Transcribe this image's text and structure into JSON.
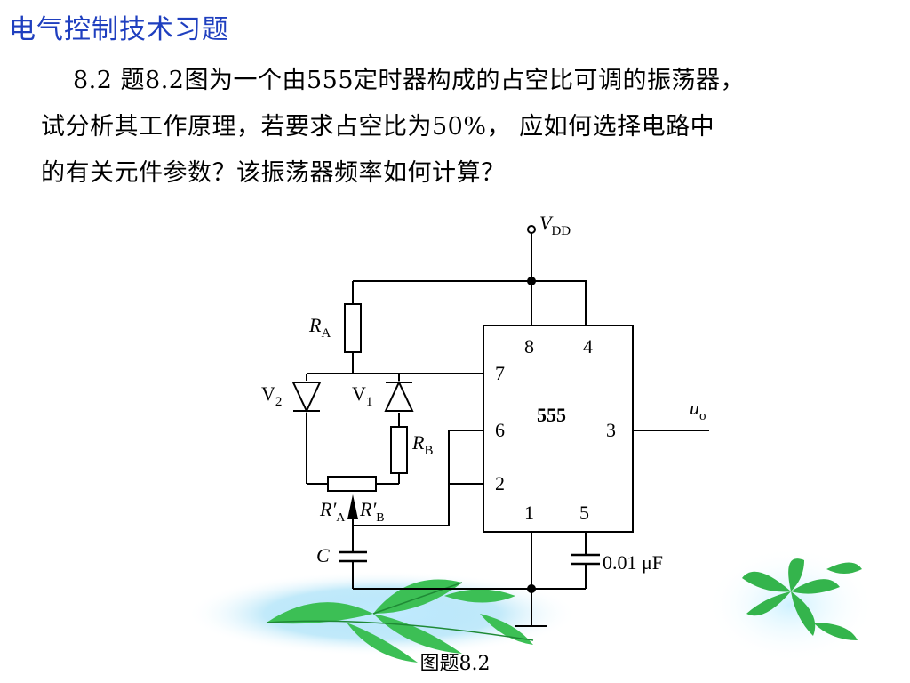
{
  "title": "电气控制技术习题",
  "question": {
    "line1": "8.2  题8.2图为一个由555定时器构成的占空比可调的振荡器，",
    "line2": "试分析其工作原理，若要求占空比为50%，  应如何选择电路中",
    "line3": "的有关元件参数？该振荡器频率如何计算？"
  },
  "figure": {
    "caption": "图题8.2",
    "supply": {
      "name": "V",
      "sub": "DD"
    },
    "chip": "555",
    "pins": {
      "p8": "8",
      "p4": "4",
      "p7": "7",
      "p6": "6",
      "p3": "3",
      "p2": "2",
      "p1": "1",
      "p5": "5"
    },
    "ra": {
      "name": "R",
      "sub": "A"
    },
    "rb": {
      "name": "R",
      "sub": "B"
    },
    "v1": {
      "name": "V",
      "sub": "1"
    },
    "v2": {
      "name": "V",
      "sub": "2"
    },
    "ra_prime": {
      "name": "R′",
      "sub": "A"
    },
    "rb_prime": {
      "name": "R′",
      "sub": "B"
    },
    "capacitor": "C",
    "cap_value": "0.01 μF",
    "output": {
      "name": "u",
      "sub": "o"
    }
  },
  "colors": {
    "title": "#1f3fbf",
    "leaf": "#2bb34a",
    "glow": "#7fd4f0"
  }
}
